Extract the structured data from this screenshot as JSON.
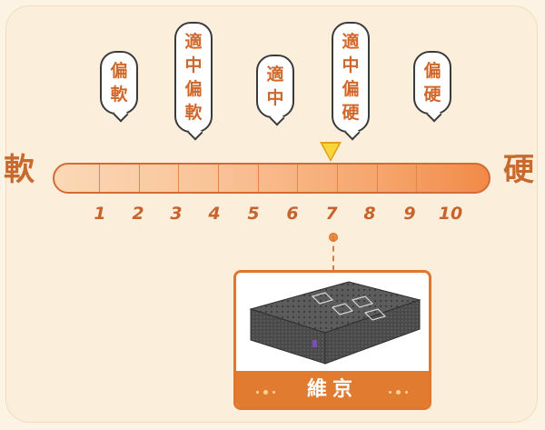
{
  "scale": {
    "left_label": "軟",
    "right_label": "硬",
    "ticks": [
      "1",
      "2",
      "3",
      "4",
      "5",
      "6",
      "7",
      "8",
      "9",
      "10"
    ],
    "marker_value": 7
  },
  "bubbles": [
    {
      "text": "偏軟",
      "chars": [
        "偏",
        "軟"
      ]
    },
    {
      "text": "適中偏軟",
      "chars": [
        "適",
        "中",
        "偏",
        "軟"
      ]
    },
    {
      "text": "適中",
      "chars": [
        "適",
        "中"
      ]
    },
    {
      "text": "適中偏硬",
      "chars": [
        "適",
        "中",
        "偏",
        "硬"
      ]
    },
    {
      "text": "偏硬",
      "chars": [
        "偏",
        "硬"
      ]
    }
  ],
  "product": {
    "name": "維京",
    "image_icon": "mattress-image"
  },
  "colors": {
    "accent": "#e07b30",
    "text_orange": "#c8632b",
    "marker": "#f8d538",
    "background": "#fbefdc"
  }
}
